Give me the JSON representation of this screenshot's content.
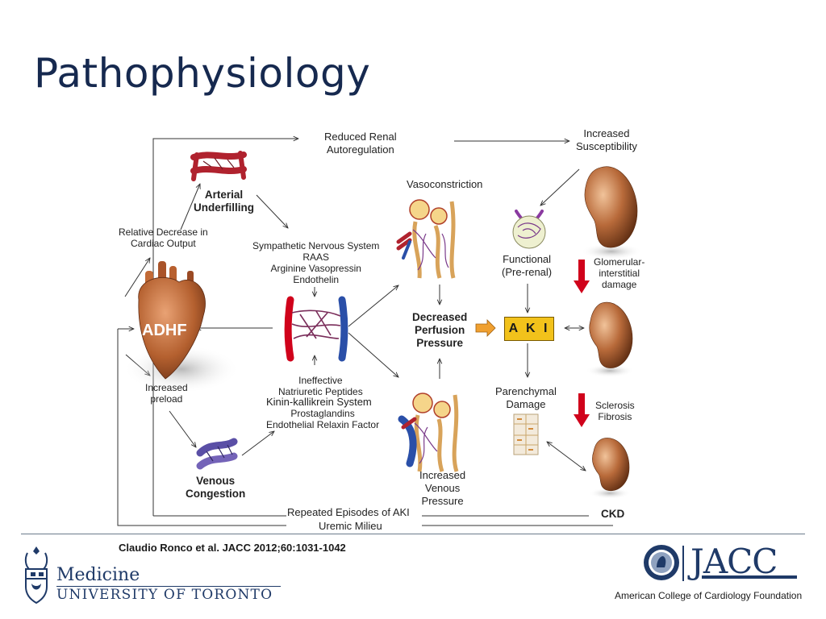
{
  "slide": {
    "title": "Pathophysiology",
    "citation": "Claudio Ronco et al. JACC 2012;60:1031-1042"
  },
  "diagram": {
    "reduced_renal": "Reduced Renal\nAutoregulation",
    "increased_susceptibility": "Increased\nSusceptibility",
    "arterial_underfilling": "Arterial\nUnderfilling",
    "relative_decrease": "Relative Decrease in\nCardiac Output",
    "vasoconstriction": "Vasoconstriction",
    "neurohormonal": "Sympathetic Nervous System\nRAAS\nArginine Vasopressin\nEndothelin",
    "functional": "Functional\n(Pre-renal)",
    "glomerular": "Glomerular-\ninterstitial\ndamage",
    "adhf": "ADHF",
    "decreased_perfusion": "Decreased\nPerfusion\nPressure",
    "aki": "A K I",
    "increased_preload": "Increased\npreload",
    "ineffective_line1": "Ineffective\nNatriuretic Peptides",
    "kinin": "Kinin-kallikrein System",
    "ineffective_line2": "Prostaglandins\nEndothelial Relaxin Factor",
    "parenchymal": "Parenchymal\nDamage",
    "sclerosis": "Sclerosis\nFibrosis",
    "venous_congestion": "Venous\nCongestion",
    "increased_venous": "Increased\nVenous\nPressure",
    "repeated_episodes": "Repeated Episodes of AKI",
    "uremic_milieu": "Uremic Milieu",
    "ckd": "CKD"
  },
  "footer": {
    "uoft_faculty": "Medicine",
    "uoft_name": "UNIVERSITY OF TORONTO",
    "jacc_logo": "JACC",
    "acc_name": "American College of Cardiology Foundation"
  },
  "colors": {
    "title": "#16294f",
    "aki_fill": "#f2c21b",
    "red_arrow": "#d0021b",
    "orange_arrow": "#f0a030",
    "kidney": "#b86a3a",
    "heart": "#c0703d"
  },
  "icons": [
    "heart-icon",
    "kidney-icon",
    "blood-vessel-icon",
    "nephron-icon",
    "glomerulus-icon",
    "tubule-icon",
    "university-crest-icon",
    "acc-seal-icon"
  ]
}
